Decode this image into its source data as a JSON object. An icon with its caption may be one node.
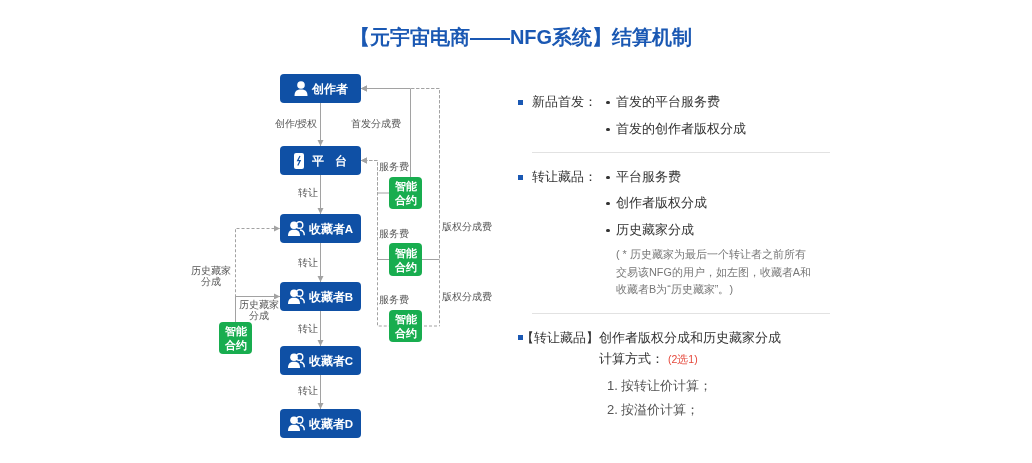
{
  "diagram": {
    "title": "【元宇宙电商——NFG系统】结算机制",
    "nodes": [
      {
        "text": [
          "创作者"
        ]
      },
      {
        "text": [
          "平台"
        ]
      },
      {
        "text": [
          "收藏者A"
        ]
      },
      {
        "text": [
          "收藏者B"
        ]
      },
      {
        "text": [
          "收藏者C"
        ]
      },
      {
        "text": [
          "收藏者D"
        ]
      },
      {
        "text": [
          "智能合约"
        ]
      },
      {
        "text": [
          "智能合约"
        ]
      },
      {
        "text": [
          "智能合约"
        ]
      },
      {
        "text": [
          "智能合约"
        ]
      }
    ],
    "edges": [
      {
        "from": 0,
        "to": 1,
        "arrow": "to",
        "label": "创作/授权"
      },
      {
        "from": 1,
        "to": 2,
        "arrow": "to",
        "label": "转让"
      },
      {
        "from": 2,
        "to": 3,
        "arrow": "to",
        "label": "转让"
      },
      {
        "from": 3,
        "to": 4,
        "arrow": "to",
        "label": "转让"
      },
      {
        "from": 4,
        "to": 5,
        "arrow": "to",
        "label": "转让"
      },
      {
        "from": 6,
        "to": 0,
        "arrow": "to",
        "label": "首发分成费"
      },
      {
        "from": 6,
        "to": 1,
        "arrow": "to",
        "label": "服务费",
        "style": "dashed"
      },
      {
        "from": 7,
        "to": 1,
        "arrow": "to",
        "label": "服务费",
        "style": "dashed"
      },
      {
        "from": 7,
        "to": 0,
        "arrow": "to",
        "label": "版权分成费",
        "style": "dashed"
      },
      {
        "from": 8,
        "to": 1,
        "arrow": "to",
        "label": "服务费",
        "style": "dashed"
      },
      {
        "from": 8,
        "to": 0,
        "arrow": "to",
        "label": "版权分成费",
        "style": "dashed"
      },
      {
        "from": 9,
        "to": 2,
        "arrow": "to",
        "label": "历史藏家分成",
        "style": "dashed"
      },
      {
        "from": 9,
        "to": 3,
        "arrow": "to",
        "label": "历史藏家分成"
      }
    ],
    "labels": [
      "新品首发：",
      "首发的平台服务费",
      "首发的创作者版权分成",
      "转让藏品：",
      "平台服务费",
      "创作者版权分成",
      "历史藏家分成",
      "( * 历史藏家为最后一个转让者之前所有交易该NFG的用户，如左图，收藏者A和收藏者B为“历史藏家”。)",
      "【转让藏品】创作者版权分成和历史藏家分成计算方式：",
      "(2选1)",
      "1. 按转让价计算；",
      "2. 按溢价计算；"
    ]
  }
}
